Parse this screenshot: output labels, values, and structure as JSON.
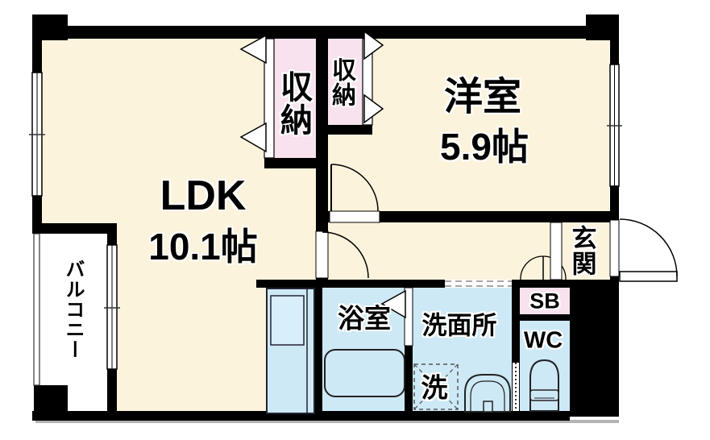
{
  "title": "apartment-floor-plan",
  "rooms": {
    "ldk": {
      "label": "LDK",
      "size": "10.1帖"
    },
    "western": {
      "label": "洋室",
      "size": "5.9帖"
    },
    "closet_left": {
      "label": "収納"
    },
    "closet_right": {
      "label": "収納"
    },
    "balcony": {
      "label": "バルコニー"
    },
    "bath": {
      "label": "浴室"
    },
    "washroom": {
      "label": "洗面所"
    },
    "washer_pan": {
      "label": "洗"
    },
    "wc": {
      "label": "WC"
    },
    "shoe_box": {
      "label": "SB"
    },
    "entrance": {
      "label": "玄関"
    }
  },
  "colors": {
    "room": "#FCF3DC",
    "closet": "#F8E2EE",
    "wet": "#CEE9F6",
    "wall": "#000000",
    "balcony": "#FFFFFF",
    "stroke": "#222222"
  }
}
